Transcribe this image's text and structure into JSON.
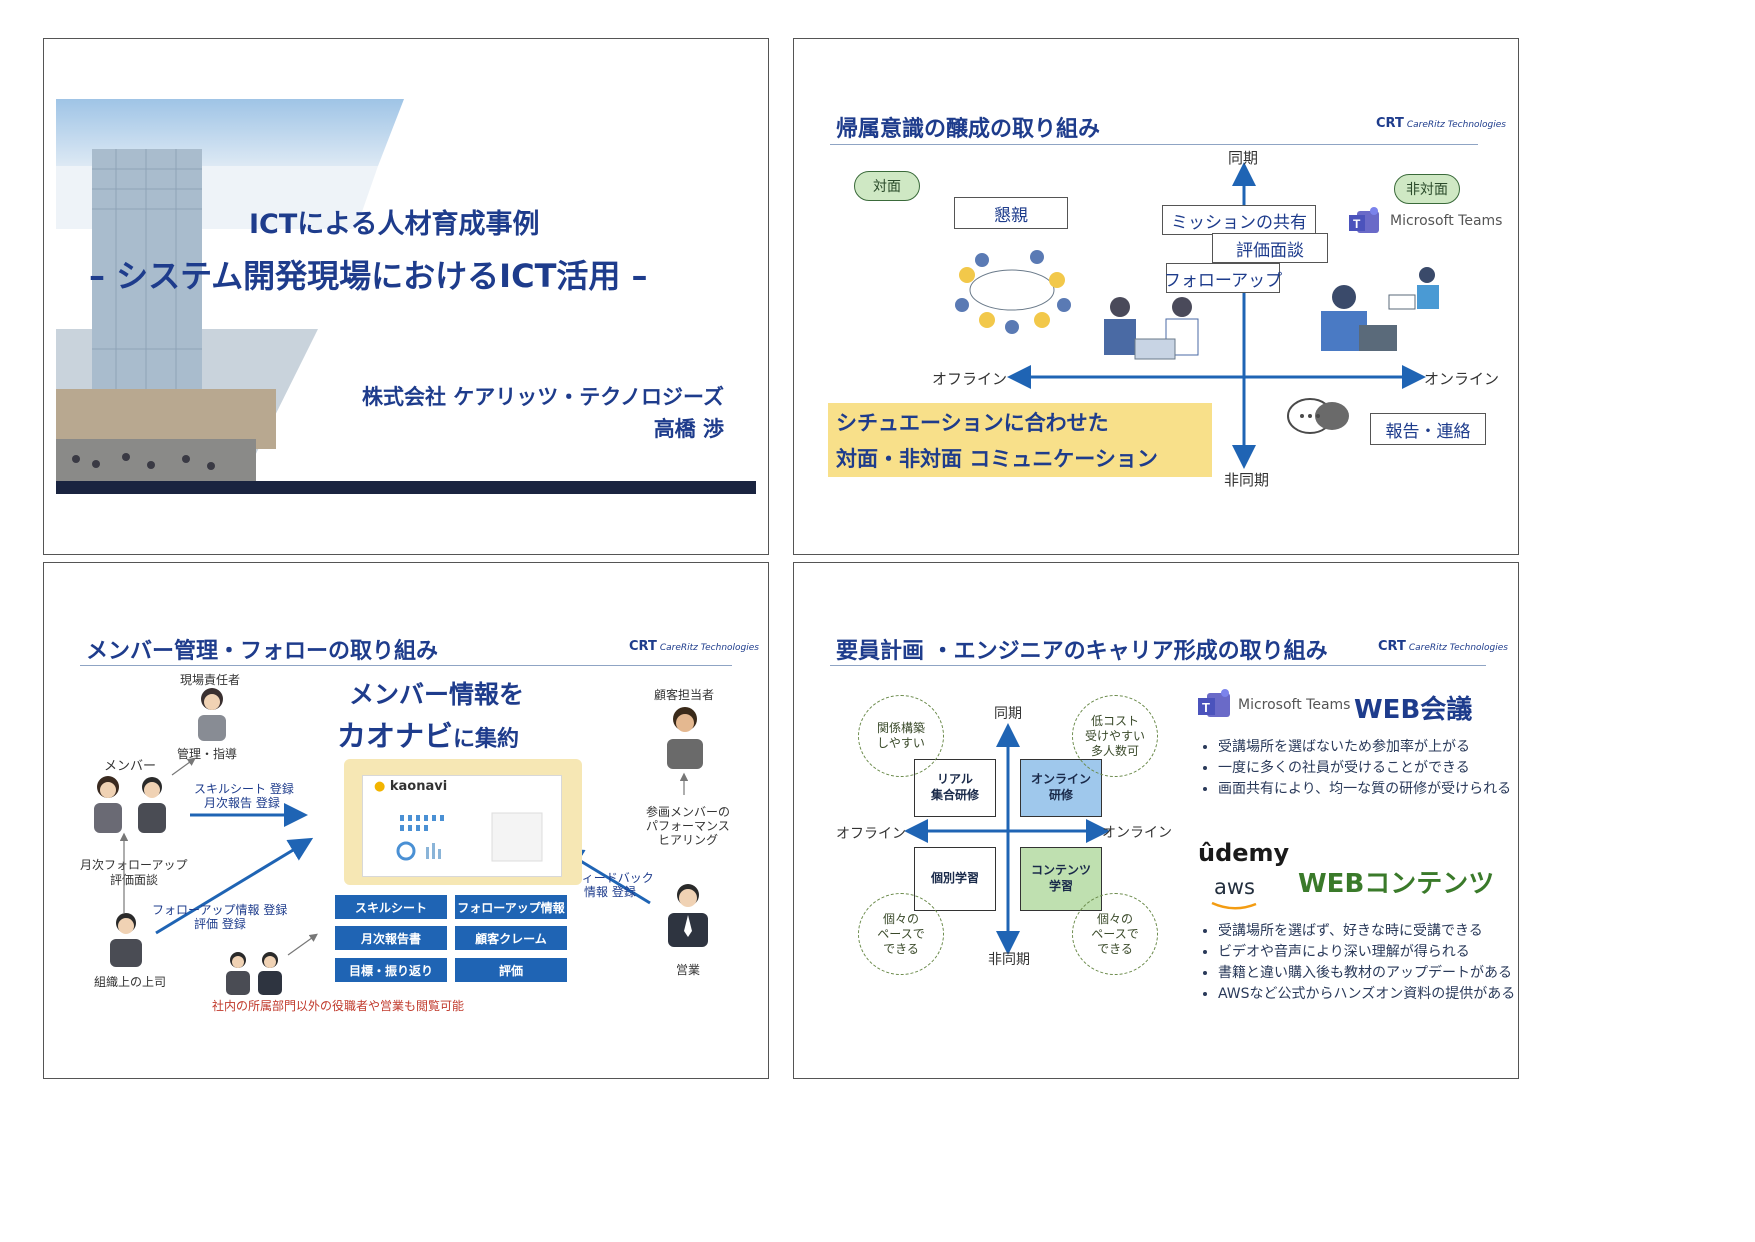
{
  "slide1": {
    "title_line1": "ICTによる人材育成事例",
    "title_line2": "– システム開発現場におけるICT活用 –",
    "company": "株式会社 ケアリッツ・テクノロジーズ",
    "presenter": "高橋 渉"
  },
  "logo": {
    "mark": "CRT",
    "text": "CareRitz Technologies"
  },
  "slide2": {
    "title": "帰属意識の醸成の取り組み",
    "axis_top": "同期",
    "axis_bottom": "非同期",
    "axis_left": "オフライン",
    "axis_right": "オンライン",
    "pill_left": "対面",
    "pill_right": "非対面",
    "box_kon": "懇親",
    "box_mission": "ミッションの共有",
    "box_hyoka": "評価面談",
    "box_follow": "フォローアップ",
    "box_report": "報告・連絡",
    "teams": "Microsoft Teams",
    "highlight_line1": "シチュエーションに合わせた",
    "highlight_line2": "対面・非対面 コミュニケーション"
  },
  "slide3": {
    "title": "メンバー管理・フォローの取り組み",
    "headline1": "メンバー情報を",
    "headline2_main": "カオナビ",
    "headline2_sub": "に集約",
    "role_genba": "現場責任者",
    "role_genba_sub": "管理・指導",
    "role_member": "メンバー",
    "role_joshi": "組織上の上司",
    "role_kokyaku": "顧客担当者",
    "role_eigyo": "営業",
    "arrow_skill": "スキルシート 登録",
    "arrow_monthly": "月次報告 登録",
    "monthly_follow1": "月次フォローアップ",
    "monthly_follow2": "評価面談",
    "follow_info1": "フォローアップ情報 登録",
    "follow_info2": "評価 登録",
    "feedback1": "フィードバック",
    "feedback2": "情報 登録",
    "perf1": "参画メンバーの",
    "perf2": "パフォーマンス",
    "perf3": "ヒアリング",
    "kaonavi": "kaonavi",
    "buttons": [
      "スキルシート",
      "フォローアップ情報",
      "月次報告書",
      "顧客クレーム",
      "目標・振り返り",
      "評価"
    ],
    "note": "社内の所属部門以外の役職者や営業も閲覧可能"
  },
  "slide4": {
    "title": "要員計画 ・エンジニアのキャリア形成の取り組み",
    "axis_top": "同期",
    "axis_bottom": "非同期",
    "axis_left": "オフライン",
    "axis_right": "オンライン",
    "q_real": "リアル\n集合研修",
    "q_online": "オンライン\n研修",
    "q_kobetsu": "個別学習",
    "q_content": "コンテンツ\n学習",
    "c_tl": "関係構築\nしやすい",
    "c_tr": "低コスト\n受けやすい\n多人数可",
    "c_bl": "個々の\nペースで\nできる",
    "c_br": "個々の\nペースで\nできる",
    "teams": "Microsoft Teams",
    "web_meeting": "WEB会議",
    "meeting_points": [
      "受講場所を選ばないため参加率が上がる",
      "一度に多くの社員が受けることができる",
      "画面共有により、均一な質の研修が受けられる"
    ],
    "udemy": "ûdemy",
    "aws": "aws",
    "web_contents": "WEBコンテンツ",
    "content_points": [
      "受講場所を選ばず、好きな時に受講できる",
      "ビデオや音声により深い理解が得られる",
      "書籍と違い購入後も教材のアップデートがある",
      "AWSなど公式からハンズオン資料の提供がある"
    ]
  },
  "colors": {
    "navy": "#1e3c8c",
    "button_blue": "#1f64b4",
    "highlight_yellow": "#f8e08a",
    "pill_green": "#cfe8c4",
    "contents_green": "#3a7a2a"
  }
}
